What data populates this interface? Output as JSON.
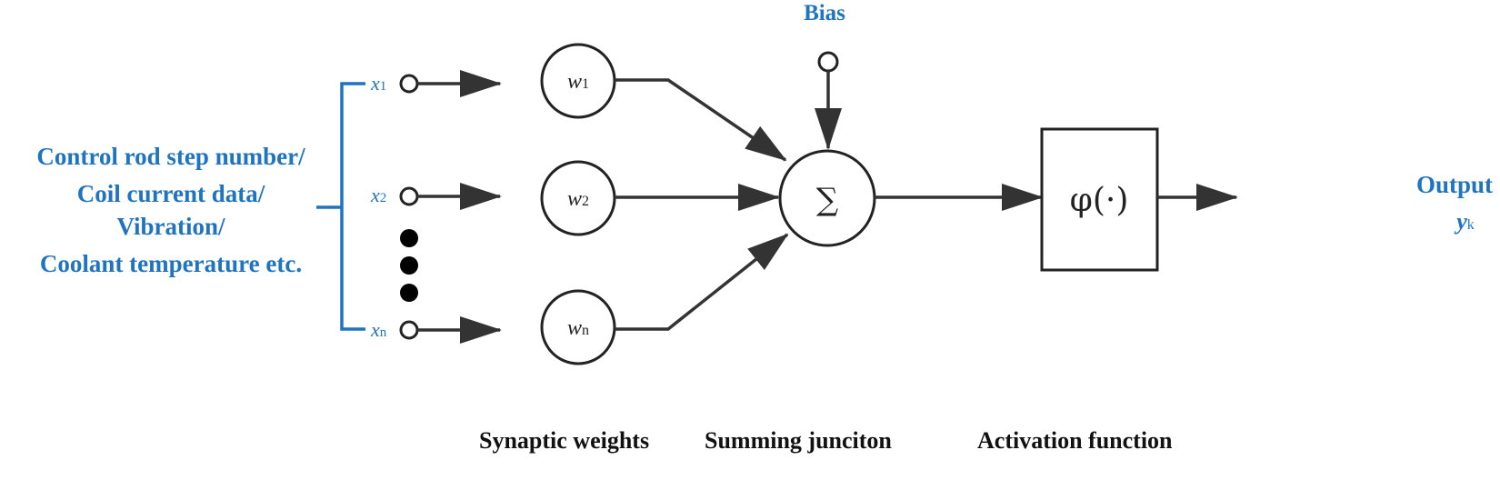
{
  "inputs_label": [
    "Control rod step number/",
    "Coil current data/",
    "Vibration/",
    "Coolant temperature  etc."
  ],
  "inputs": [
    {
      "var": "x",
      "sub": "1"
    },
    {
      "var": "x",
      "sub": "2"
    },
    {
      "var": "x",
      "sub": "n"
    }
  ],
  "weights": [
    {
      "var": "w",
      "sub": "1"
    },
    {
      "var": "w",
      "sub": "2"
    },
    {
      "var": "w",
      "sub": "n"
    }
  ],
  "bias_label": "Bias",
  "summing_symbol": "∑",
  "activation_symbol": "φ(·)",
  "output": {
    "label": "Output",
    "var": "y",
    "sub": "k"
  },
  "captions": {
    "weights": "Synaptic weights",
    "summing": "Summing junciton",
    "activation": "Activation function"
  },
  "colors": {
    "accent": "#1f74c2",
    "ink": "#333333"
  }
}
